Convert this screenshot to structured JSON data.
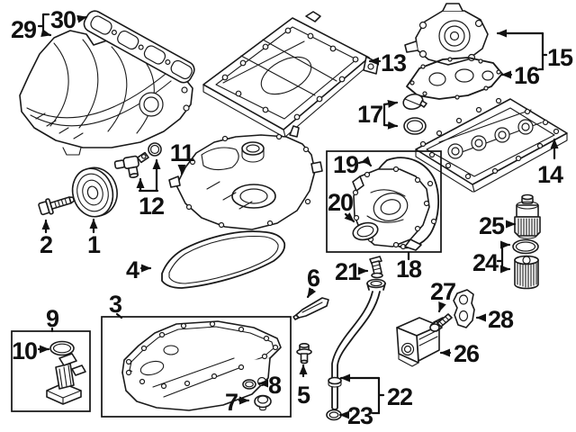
{
  "diagram": {
    "background_color": "#ffffff",
    "line_color": "#1a1a1a",
    "callouts": {
      "c1": "1",
      "c2": "2",
      "c3": "3",
      "c4": "4",
      "c5": "5",
      "c6": "6",
      "c7": "7",
      "c8": "8",
      "c9": "9",
      "c10": "10",
      "c11": "11",
      "c12": "12",
      "c13": "13",
      "c14": "14",
      "c15": "15",
      "c16": "16",
      "c17": "17",
      "c18": "18",
      "c19": "19",
      "c20": "20",
      "c21": "21",
      "c22": "22",
      "c23": "23",
      "c24": "24",
      "c25": "25",
      "c26": "26",
      "c27": "27",
      "c28": "28",
      "c29": "29",
      "c30": "30"
    }
  }
}
